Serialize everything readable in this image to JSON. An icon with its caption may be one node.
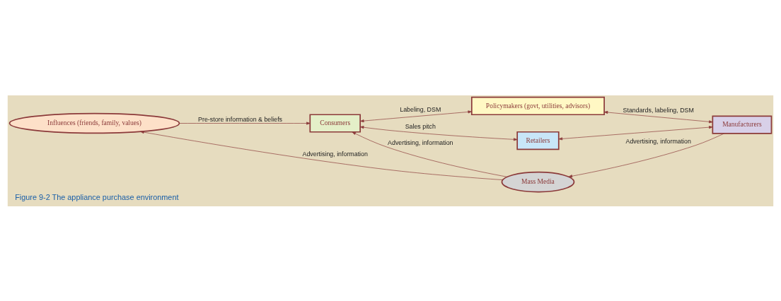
{
  "diagram": {
    "caption": "Figure 9-2 The appliance purchase environment",
    "nodes": [
      {
        "text": [
          "Policymakers (govt, utilities, advisors)"
        ]
      },
      {
        "text": [
          "Influences (friends, family, values)"
        ]
      },
      {
        "text": [
          "Consumers"
        ]
      },
      {
        "text": [
          "Retailers"
        ]
      },
      {
        "text": [
          "Manufacturers"
        ]
      },
      {
        "text": [
          "Mass Media"
        ]
      }
    ],
    "edges": [
      {
        "from": 1,
        "to": 2,
        "arrow": "to",
        "label": "Pre-store information & beliefs"
      },
      {
        "from": 2,
        "to": 0,
        "arrow": "both",
        "label": "Labeling, DSM"
      },
      {
        "from": 0,
        "to": 4,
        "arrow": "both",
        "label": "Standards, labeling, DSM"
      },
      {
        "from": 2,
        "to": 3,
        "arrow": "both",
        "label": "Sales pitch"
      },
      {
        "from": 3,
        "to": 4,
        "arrow": "both"
      },
      {
        "from": 4,
        "to": 5,
        "arrow": "to",
        "label": "Advertising, information"
      },
      {
        "from": 5,
        "to": 2,
        "arrow": "to",
        "label": "Advertising, information"
      },
      {
        "from": 5,
        "to": 1,
        "arrow": "to",
        "label": "Advertising, information"
      }
    ]
  }
}
